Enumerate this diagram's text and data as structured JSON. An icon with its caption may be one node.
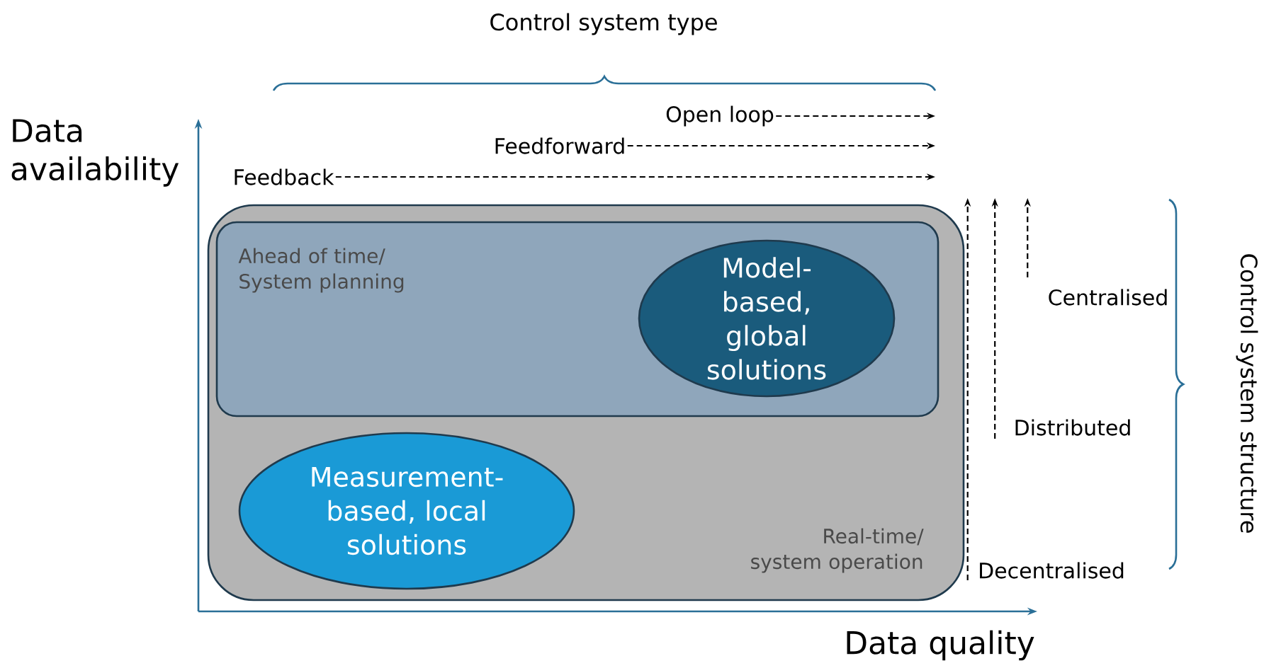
{
  "diagram": {
    "nodes": [
      {
        "text": [
          "Real-time/ system operation"
        ]
      },
      {
        "text": [
          "Ahead of time/ System planning"
        ],
        "in": 0
      },
      {
        "text": [
          "Model-based, global solutions"
        ],
        "in": 1
      },
      {
        "text": [
          "Measurement-based, local solutions"
        ],
        "in": 0
      },
      {
        "text": [
          "Open loop"
        ]
      },
      {
        "text": [
          "Feedforward"
        ]
      },
      {
        "text": [
          "Feedback"
        ]
      },
      {
        "text": [
          "Centralised"
        ]
      },
      {
        "text": [
          "Distributed"
        ]
      },
      {
        "text": [
          "Decentralised"
        ]
      }
    ],
    "edges": [
      {
        "from": 4,
        "to": null,
        "arrow": "to",
        "style": "dashed"
      },
      {
        "from": 5,
        "to": null,
        "arrow": "to",
        "style": "dashed"
      },
      {
        "from": 6,
        "to": null,
        "arrow": "to",
        "style": "dashed"
      },
      {
        "from": 7,
        "to": null,
        "arrow": "to",
        "style": "dashed"
      },
      {
        "from": 8,
        "to": null,
        "arrow": "to",
        "style": "dashed"
      },
      {
        "from": 9,
        "to": null,
        "arrow": "to",
        "style": "dashed"
      }
    ],
    "labels": [
      "Control system type",
      "Data availability",
      "Control system structure",
      "Data quality"
    ]
  }
}
